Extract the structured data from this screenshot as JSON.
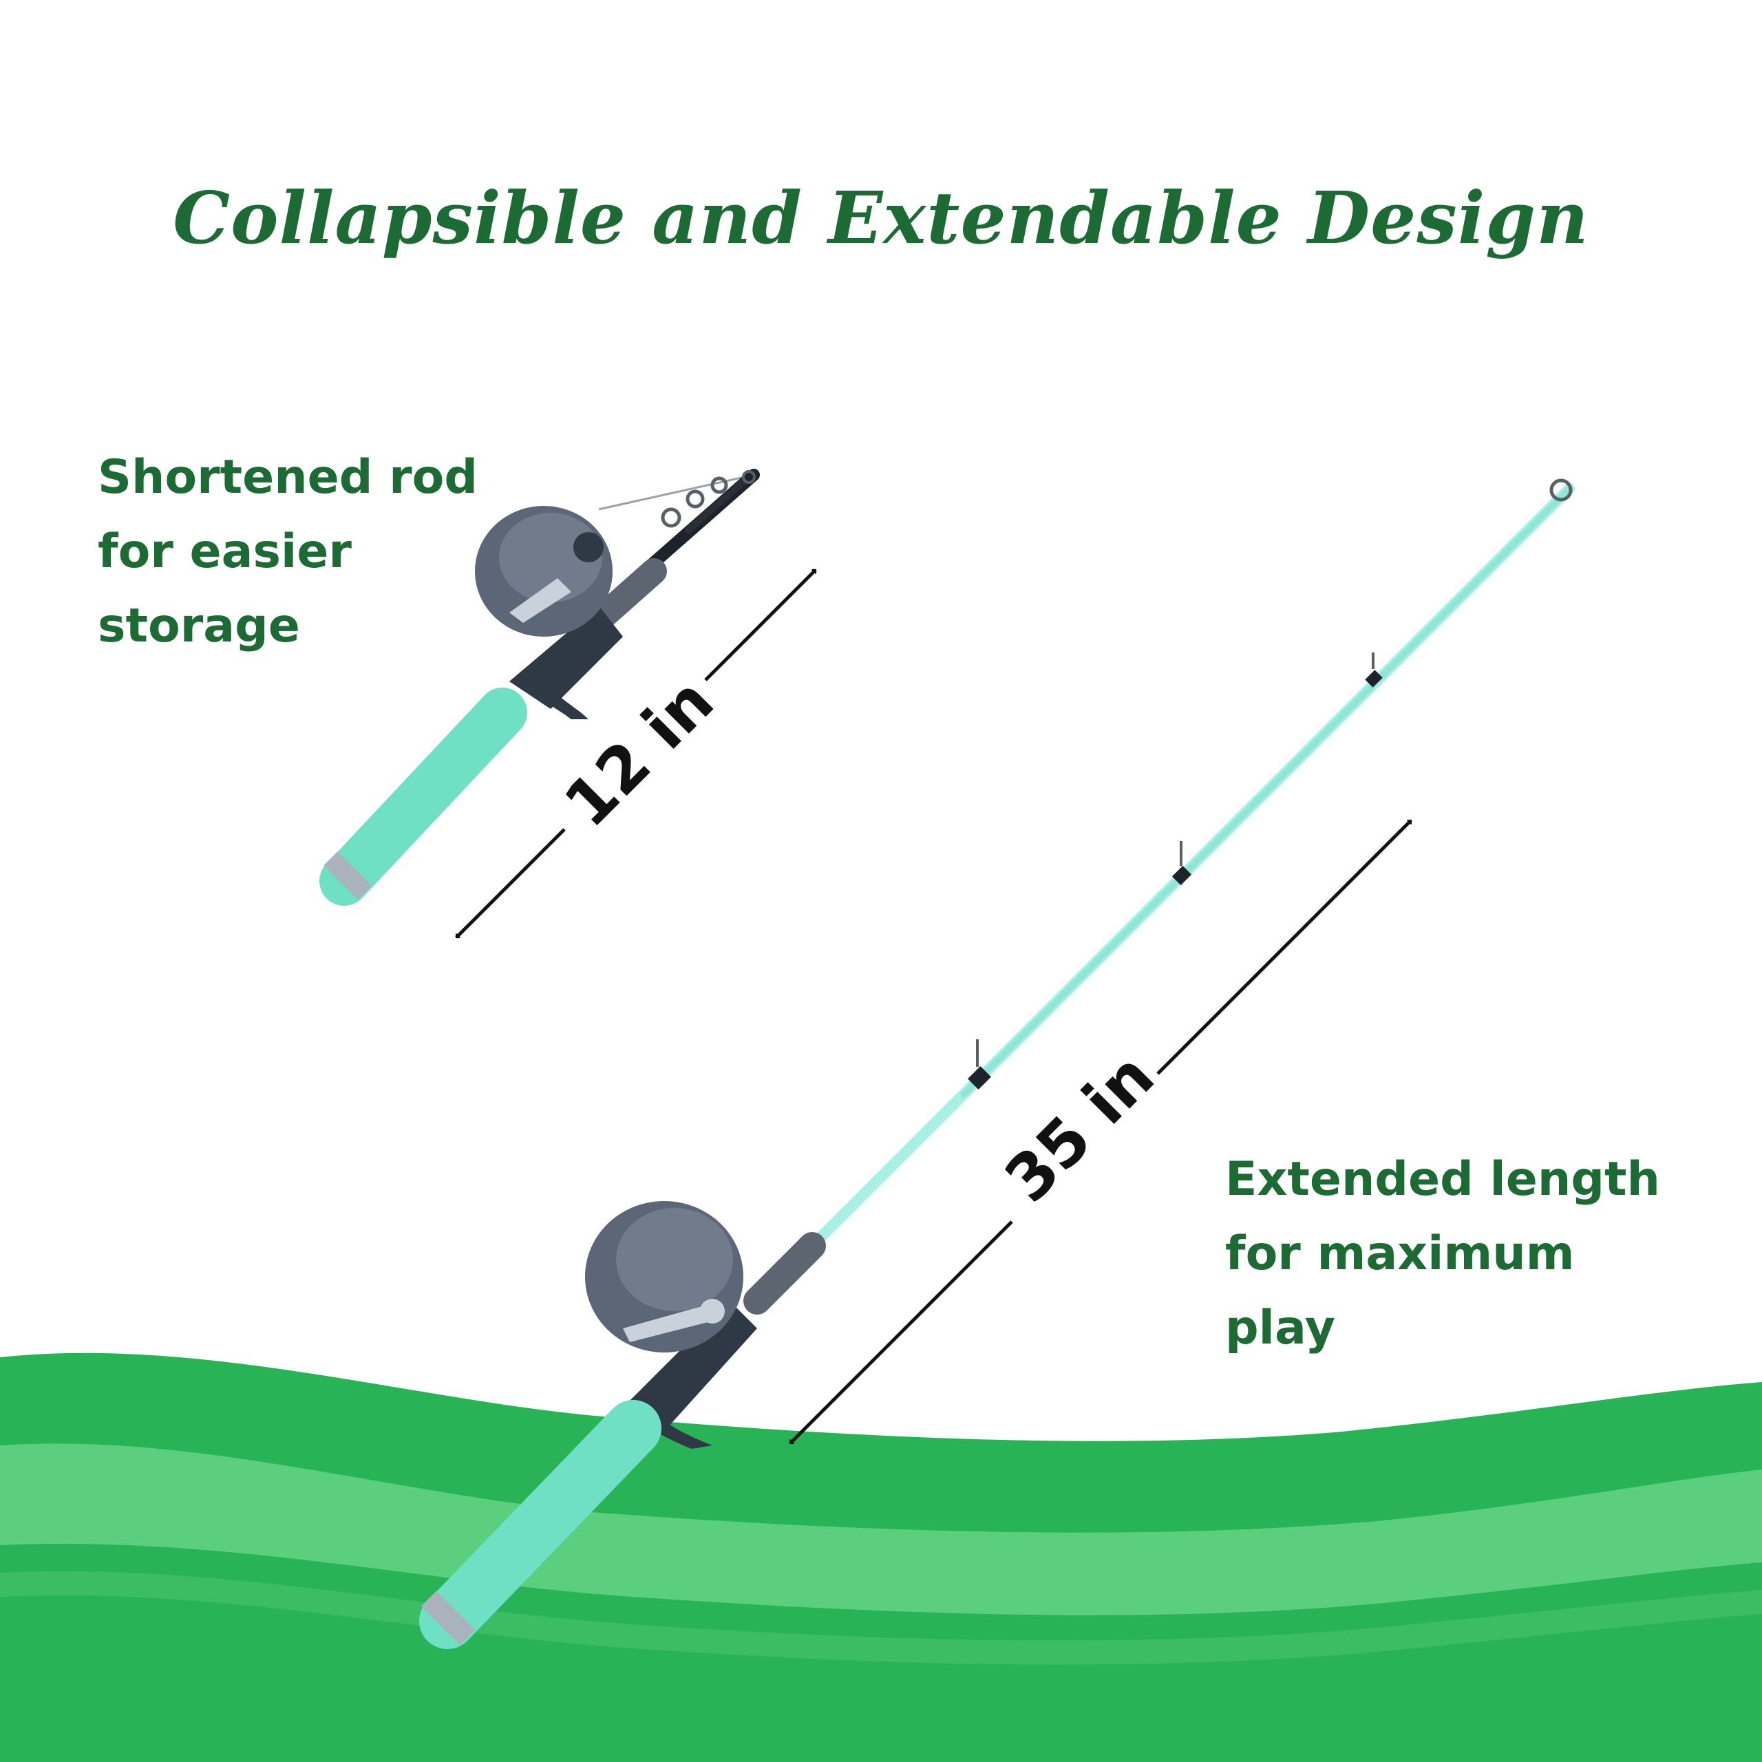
{
  "title": "Collapsible and Extendable Design",
  "shortened": {
    "caption_lines": [
      "Shortened rod",
      "for easier",
      "storage"
    ],
    "length_label": "12 in"
  },
  "extended": {
    "caption_lines": [
      "Extended length",
      "for maximum",
      "play"
    ],
    "length_label": "35 in"
  },
  "colors": {
    "heading_green": "#1d6b34",
    "wave_dark": "#27b356",
    "wave_light": "#5ccf7e",
    "rod_mint": "#6fe0c4",
    "rod_blank": "#a9efe3",
    "reel_gray": "#5b6676",
    "reel_dark": "#2f3845",
    "dimension_text": "#111111"
  },
  "icons": [
    "short-rod-image",
    "long-rod-image",
    "dimension-arrow",
    "wave-graphic"
  ]
}
